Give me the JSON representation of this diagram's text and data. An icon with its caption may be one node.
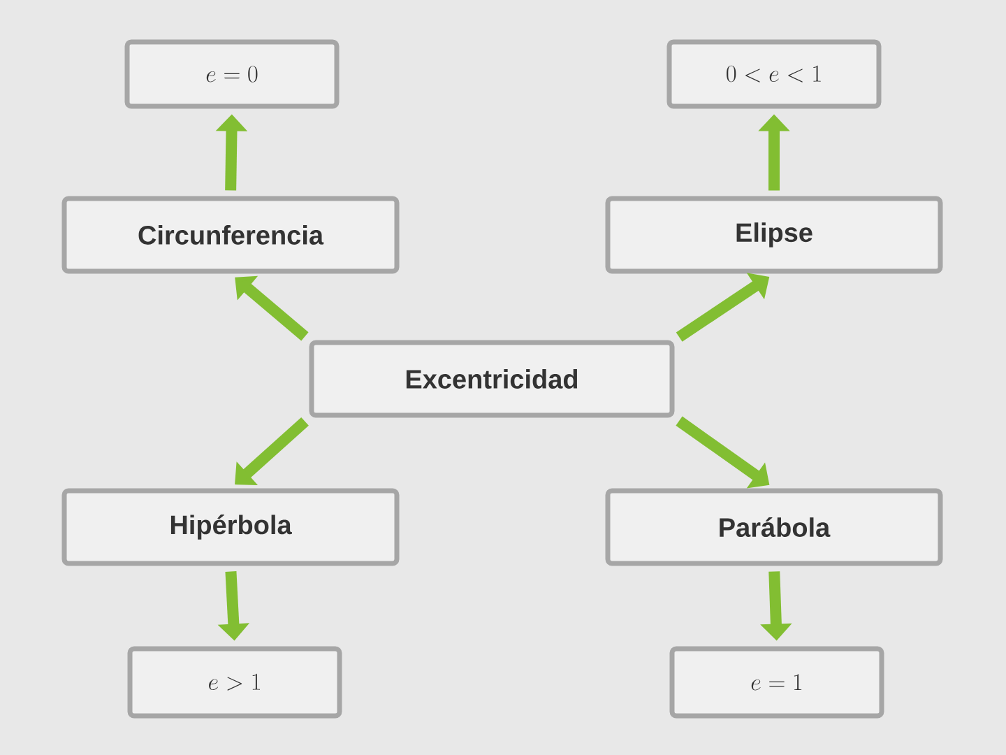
{
  "diagram": {
    "nodes": [
      {
        "text": [
          "e = 0"
        ]
      },
      {
        "text": [
          "0 < e < 1"
        ]
      },
      {
        "text": [
          "Circunferencia"
        ]
      },
      {
        "text": [
          "Elipse"
        ]
      },
      {
        "text": [
          "Excentricidad"
        ]
      },
      {
        "text": [
          "Hipérbola"
        ]
      },
      {
        "text": [
          "Parábola"
        ]
      },
      {
        "text": [
          "e > 1"
        ]
      },
      {
        "text": [
          "e = 1"
        ]
      }
    ],
    "edges": [
      {
        "from": 4,
        "to": 2,
        "arrow": "to"
      },
      {
        "from": 2,
        "to": 0,
        "arrow": "to"
      },
      {
        "from": 4,
        "to": 3,
        "arrow": "to"
      },
      {
        "from": 3,
        "to": 1,
        "arrow": "to"
      },
      {
        "from": 4,
        "to": 5,
        "arrow": "to"
      },
      {
        "from": 5,
        "to": 7,
        "arrow": "to"
      },
      {
        "from": 4,
        "to": 6,
        "arrow": "to"
      },
      {
        "from": 6,
        "to": 8,
        "arrow": "to"
      }
    ]
  }
}
